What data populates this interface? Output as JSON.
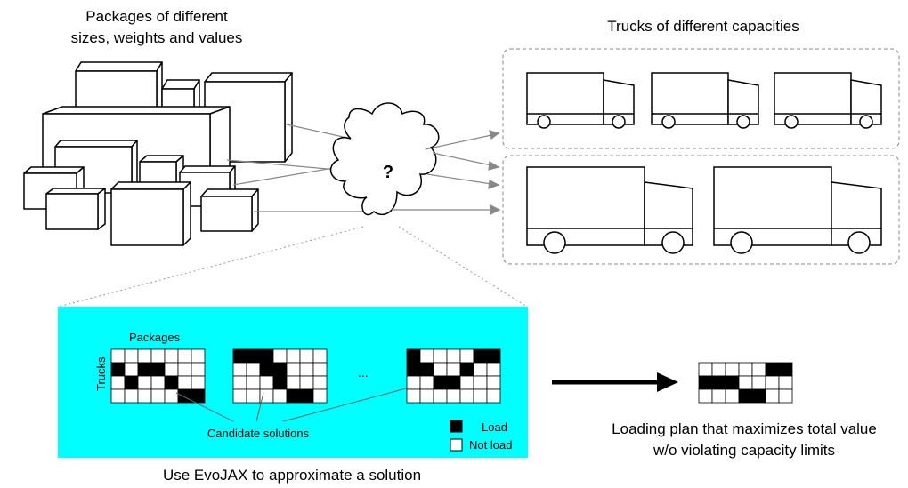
{
  "packages_caption_line1": "Packages of different",
  "packages_caption_line2": "sizes, weights and values",
  "trucks_caption": "Trucks of different capacities",
  "puzzle_mark": "?",
  "matrix_header_packages": "Packages",
  "matrix_header_trucks": "Trucks",
  "ellipsis": "...",
  "candidate_label": "Candidate solutions",
  "legend_load": "Load",
  "legend_not_load": "Not load",
  "result_caption_line1": "Loading plan that maximizes total value",
  "result_caption_line2": "w/o violating capacity limits",
  "panel_caption": "Use EvoJAX to approximate a solution",
  "colors": {
    "panel": "#00ffff",
    "filled": "#000000",
    "empty": "#ffffff",
    "connector": "#888888"
  },
  "grids": {
    "candidate_1": [
      [
        0,
        0,
        0,
        0,
        0,
        0,
        0
      ],
      [
        1,
        0,
        1,
        1,
        0,
        0,
        0
      ],
      [
        0,
        1,
        0,
        0,
        1,
        0,
        0
      ],
      [
        0,
        0,
        0,
        0,
        0,
        1,
        1
      ]
    ],
    "candidate_2": [
      [
        1,
        1,
        1,
        0,
        0,
        0,
        0
      ],
      [
        0,
        0,
        1,
        1,
        0,
        0,
        0
      ],
      [
        0,
        0,
        0,
        1,
        0,
        0,
        0
      ],
      [
        0,
        0,
        0,
        0,
        1,
        1,
        0
      ]
    ],
    "candidate_3": [
      [
        1,
        0,
        0,
        0,
        0,
        1,
        1
      ],
      [
        1,
        1,
        0,
        0,
        1,
        0,
        0
      ],
      [
        0,
        0,
        1,
        1,
        0,
        0,
        0
      ],
      [
        0,
        0,
        0,
        0,
        0,
        0,
        0
      ]
    ],
    "result": [
      [
        0,
        0,
        0,
        0,
        0,
        1,
        1
      ],
      [
        1,
        1,
        1,
        0,
        0,
        0,
        0
      ],
      [
        0,
        0,
        0,
        1,
        1,
        0,
        0
      ]
    ]
  }
}
